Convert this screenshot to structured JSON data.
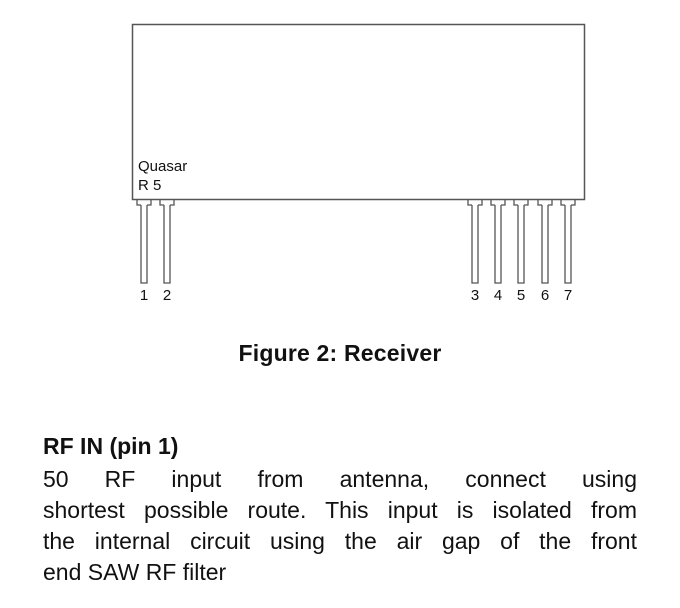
{
  "figure": {
    "module_label_line1": "Quasar",
    "module_label_line2": "R 5",
    "pins": [
      {
        "number": "1"
      },
      {
        "number": "2"
      },
      {
        "number": "3"
      },
      {
        "number": "4"
      },
      {
        "number": "5"
      },
      {
        "number": "6"
      },
      {
        "number": "7"
      }
    ],
    "caption": "Figure 2: Receiver"
  },
  "section": {
    "heading": "RF IN (pin 1)",
    "lines": [
      {
        "a": "50",
        "b": "RF input from antenna, connect using"
      },
      {
        "text": "shortest possible route. This input is isolated from"
      },
      {
        "text": "the internal circuit using the air gap of the front"
      },
      {
        "text": "end SAW RF filter"
      }
    ]
  },
  "colors": {
    "outline": "#555555",
    "text": "#111111"
  }
}
